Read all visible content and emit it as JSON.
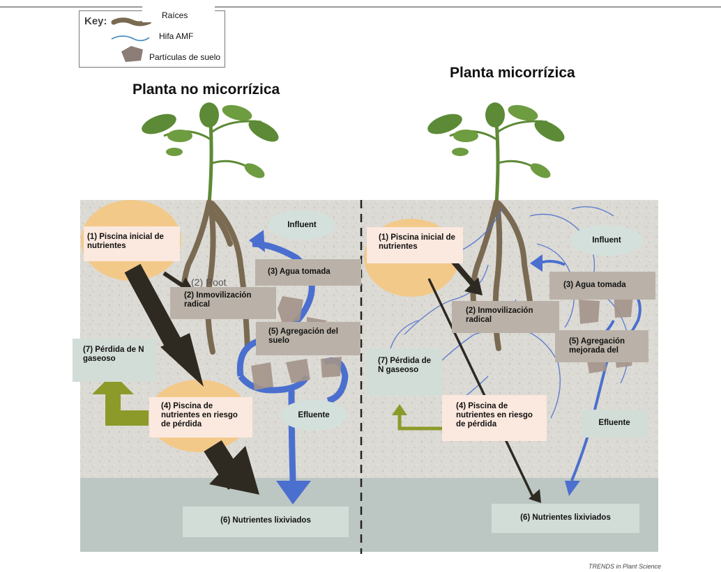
{
  "key": {
    "label": "Key:",
    "items": [
      {
        "name": "Raíces"
      },
      {
        "name": "Hifa AMF"
      },
      {
        "name": "Partículas de suelo"
      }
    ]
  },
  "left": {
    "title": "Planta no micorrízica",
    "boxes": {
      "b1": "(1) Piscina inicial de nutrientes",
      "root_bg": "(2) Root",
      "b2": "(2) Inmovilización radical",
      "b3": "(3) Agua tomada",
      "b5": "(5) Agregación del suelo",
      "b7": "(7) Pérdida de N gaseoso",
      "b4": "(4) Piscina de nutrientes en riesgo de pérdida",
      "b6": "(6) Nutrientes lixiviados",
      "influent": "Influent",
      "efluente": "Efluente"
    }
  },
  "right": {
    "title": "Planta micorrízica",
    "boxes": {
      "b1": "(1) Piscina inicial de nutrientes",
      "b2": "(2) Inmovilización radical",
      "b3": "(3) Agua tomada",
      "b5": "(5) Agregación mejorada del",
      "b7": "(7) Pérdida de N gaseoso",
      "b4": "(4) Piscina de nutrientes en riesgo de pérdida",
      "b6": "(6) Nutrientes lixiviados",
      "influent": "Influent",
      "efluente": "Efluente"
    }
  },
  "credit": "TRENDS in Plant Science",
  "colors": {
    "soil": "#dcdad4",
    "subsoil": "#bcc6c3",
    "root": "#7a6a52",
    "water": "#4a6fcf",
    "arrow_dark": "#2e2a22",
    "arrow_green": "#8c9a2a",
    "pool": "#f3c98a",
    "leaf": "#5d8a36"
  }
}
